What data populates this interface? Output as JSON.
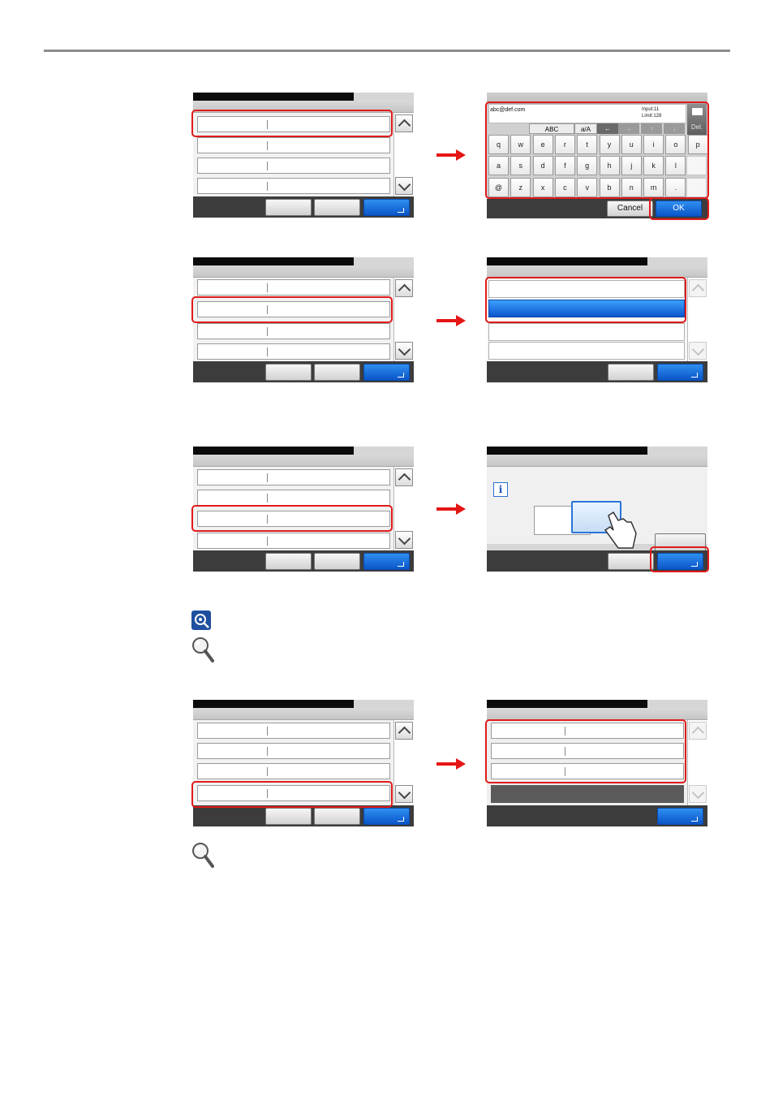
{
  "keyboard": {
    "input_text": "abc@def.com",
    "input_count": "Input:11",
    "input_limit": "Limit:128",
    "del_label": "Del.",
    "mode_abc": "ABC",
    "mode_case": "a/A",
    "row1": [
      "q",
      "w",
      "e",
      "r",
      "t",
      "y",
      "u",
      "i",
      "o",
      "p"
    ],
    "row2": [
      "a",
      "s",
      "d",
      "f",
      "g",
      "h",
      "j",
      "k",
      "l"
    ],
    "row3": [
      "@",
      "z",
      "x",
      "c",
      "v",
      "b",
      "n",
      "m",
      "."
    ],
    "cancel_label": "Cancel",
    "ok_label": "OK"
  },
  "colors": {
    "highlight": "#e01b1b",
    "accent_blue": "#0a55c8",
    "arrow": "#e51616"
  },
  "icons": [
    "note-icon",
    "magnifier-icon",
    "info-icon",
    "backspace-icon",
    "enter-icon",
    "chevron-up-icon",
    "chevron-down-icon"
  ]
}
